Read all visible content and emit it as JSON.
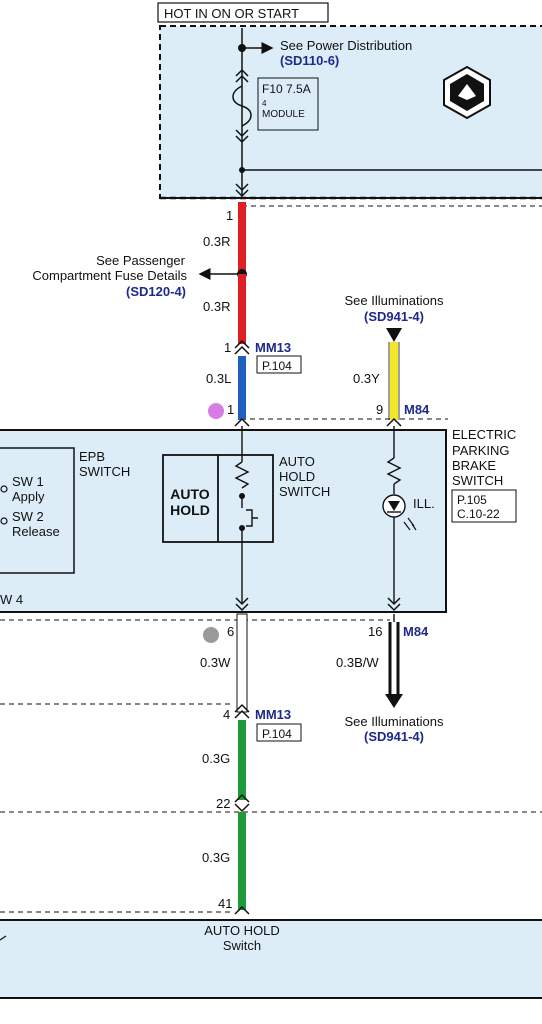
{
  "header": {
    "hot_label": "HOT IN ON OR START"
  },
  "fuse_box": {
    "see_power": "See Power Distribution",
    "see_power_ref": "(SD110-6)",
    "fuse_line1": "F10 7.5A",
    "fuse_line2": "4",
    "fuse_line3": "MODULE"
  },
  "wires": {
    "top_pin": "1",
    "red_upper": "0.3R",
    "splice_note_line1": "See Passenger",
    "splice_note_line2": "Compartment Fuse Details",
    "splice_ref": "(SD120-4)",
    "red_lower": "0.3R",
    "mm13_upper_pin": "1",
    "mm13_label": "MM13",
    "mm13_page": "P.104",
    "blue": "0.3L",
    "epb_in_pin": "1",
    "illum_top_note": "See Illuminations",
    "illum_top_ref": "(SD941-4)",
    "yellow": "0.3Y",
    "m84_upper_pin": "9",
    "m84_label": "M84",
    "epb_out_pin": "6",
    "white": "0.3W",
    "m84_lower_pin": "16",
    "m84_lower_label": "M84",
    "black": "0.3B/W",
    "illum_bottom_note": "See Illuminations",
    "illum_bottom_ref": "(SD941-4)",
    "mm13_lower_pin": "4",
    "mm13_lower_label": "MM13",
    "mm13_lower_page": "P.104",
    "green_upper": "0.3G",
    "pin_22": "22",
    "green_lower": "0.3G",
    "pin_41": "41"
  },
  "epb_module": {
    "switch_title_line1": "EPB",
    "switch_title_line2": "SWITCH",
    "sw1_line1": "SW 1",
    "sw1_line2": "Apply",
    "sw2_line1": "SW 2",
    "sw2_line2": "Release",
    "sw4_partial": "W 4",
    "auto_hold_btn_line1": "AUTO",
    "auto_hold_btn_line2": "HOLD",
    "auto_hold_label_line1": "AUTO",
    "auto_hold_label_line2": "HOLD",
    "auto_hold_label_line3": "SWITCH",
    "ill_label": "ILL.",
    "component_line1": "ELECTRIC",
    "component_line2": "PARKING",
    "component_line3": "BRAKE",
    "component_line4": "SWITCH",
    "page_ref_line1": "P.105",
    "page_ref_line2": "C.10-22"
  },
  "bottom_box": {
    "label_line1": "AUTO HOLD",
    "label_line2": "Switch"
  },
  "colors": {
    "module_fill": "#dcedf7",
    "wire_red": "#e02020",
    "wire_blue": "#1f5fbf",
    "wire_yellow": "#f2e626",
    "wire_green": "#1f9a3a",
    "ref_blue": "#1e2a8a",
    "dot_pink": "#d77be6",
    "dot_gray": "#9a9a9a"
  }
}
